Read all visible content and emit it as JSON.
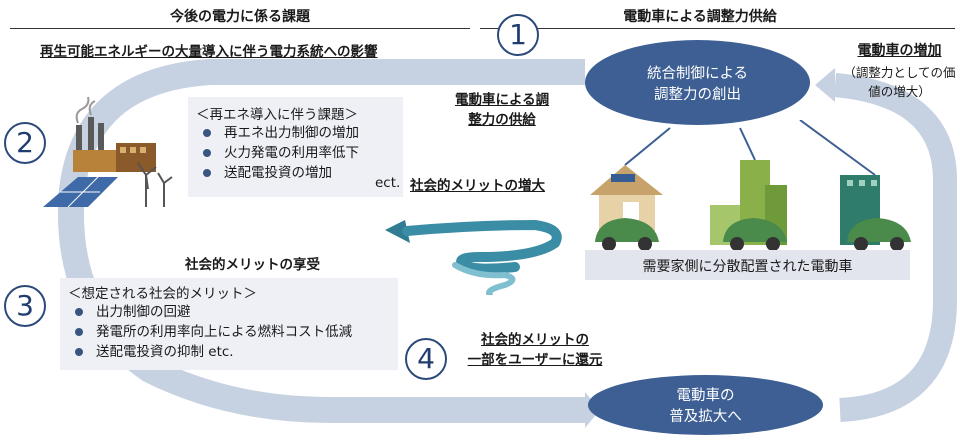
{
  "header": {
    "left": "今後の電力に係る課題",
    "right": "電動車による調整力供給"
  },
  "impact_title": "再生可能エネルギーの大量導入に伴う電力系統への影響",
  "issues": {
    "title": "＜再エネ導入に伴う課題＞",
    "items": [
      "再エネ出力制御の増加",
      "火力発電の利用率低下",
      "送配電投資の増加"
    ],
    "suffix": "ect."
  },
  "benefits": {
    "heading": "社会的メリットの享受",
    "title": "＜想定される社会的メリット＞",
    "items": [
      "出力制御の回避",
      "発電所の利用率向上による燃料コスト低減",
      "送配電投資の抑制 etc."
    ]
  },
  "steps": {
    "s1": "1",
    "s2": "2",
    "s3": "3",
    "s4": "4"
  },
  "supply_label": [
    "電動車による調",
    "整力の供給"
  ],
  "social_increase": "社会的メリットの増大",
  "ellipse_top": [
    "統合制御による",
    "調整力の創出"
  ],
  "ev_increase": {
    "title": "電動車の増加",
    "sub": [
      "（調整力としての価",
      "値の増大）"
    ]
  },
  "demand_label": "需要家側に分散配置された電動車",
  "return_label": [
    "社会的メリットの",
    "一部をユーザーに還元"
  ],
  "ellipse_bottom": [
    "電動車の",
    "普及拡大へ"
  ]
}
